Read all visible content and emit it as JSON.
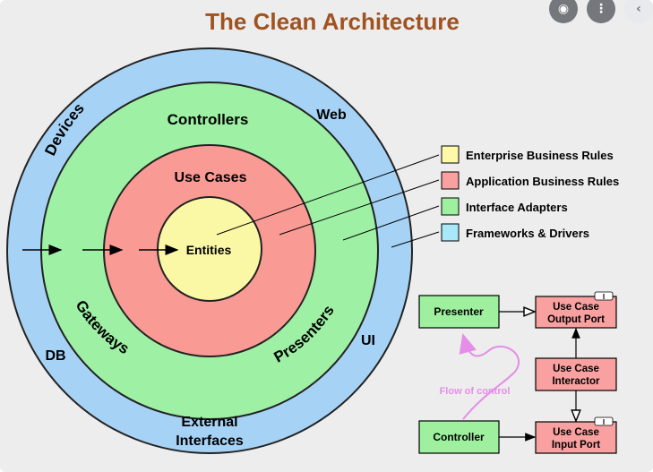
{
  "title": "The Clean Architecture",
  "rings": {
    "entities": "Entities",
    "use_cases": "Use Cases",
    "controllers": "Controllers",
    "gateways": "Gateways",
    "presenters": "Presenters",
    "devices": "Devices",
    "web": "Web",
    "db": "DB",
    "ui": "UI",
    "external_interfaces_line1": "External",
    "external_interfaces_line2": "Interfaces"
  },
  "legend": [
    {
      "label": "Enterprise Business Rules",
      "color": "#fdf9a8"
    },
    {
      "label": "Application Business Rules",
      "color": "#f9a0a0"
    },
    {
      "label": "Interface Adapters",
      "color": "#9ef09e"
    },
    {
      "label": "Frameworks & Drivers",
      "color": "#a8e8f8"
    }
  ],
  "flow": {
    "presenter": "Presenter",
    "output_port_line1": "Use Case",
    "output_port_line2": "Output Port",
    "interactor_line1": "Use Case",
    "interactor_line2": "Interactor",
    "controller": "Controller",
    "input_port_line1": "Use Case",
    "input_port_line2": "Input Port",
    "interface_badge": "I",
    "flow_of_control": "Flow of control"
  },
  "colors": {
    "outer_ring": "#a6d3f5",
    "adapters_ring": "#9ef0a4",
    "use_cases_ring": "#f99b94",
    "entities_core": "#fbf8a5",
    "flow_box_red": "#f9a0a0",
    "flow_box_green": "#9ef09e",
    "title": "#a0521f",
    "flow_text": "#e48ee8"
  }
}
